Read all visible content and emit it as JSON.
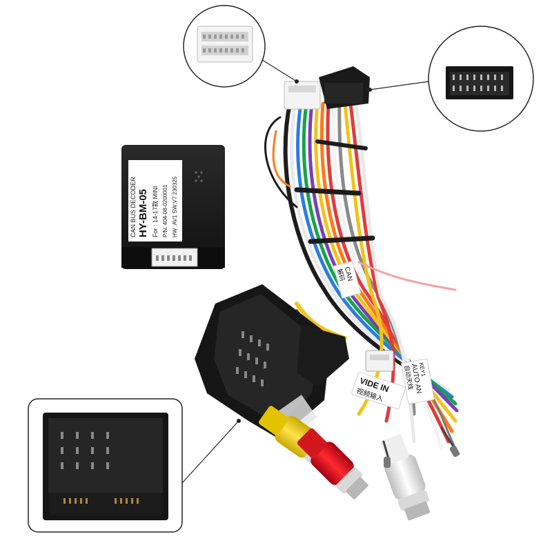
{
  "decoder": {
    "name": "HY-BM-05",
    "line1": "CAN BUS DECODER",
    "line2": "For : 14-17款 MINI",
    "line3": "P/N: 404-08-0200001",
    "line4": "HW :AV1  SW:V7  230325"
  },
  "cable_labels": {
    "video_in": "VIDE IN",
    "video_in_cn": "视频输入",
    "can": "CAN",
    "can_cn": "解码",
    "key": "KEY1",
    "auto_an": "AUTO AN",
    "auto_cn": "自动天线"
  }
}
